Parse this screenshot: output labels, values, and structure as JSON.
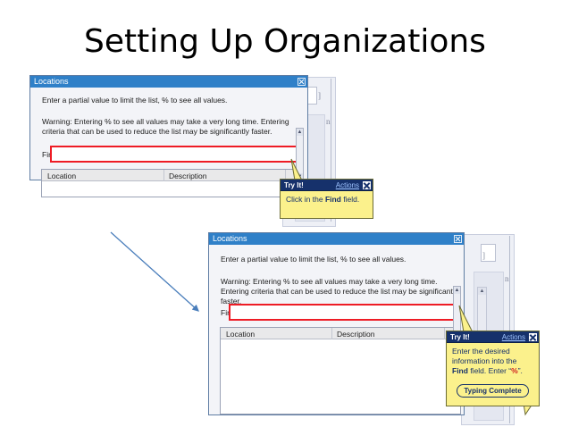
{
  "slide": {
    "title": "Setting Up Organizations"
  },
  "colors": {
    "title_bar_blue": "#2f80c8",
    "callout_yellow": "#fbf18c",
    "callout_navy": "#16316b",
    "highlight_red": "#ee1c25",
    "connector_blue": "#4a7ebb",
    "percent_red": "#d02020"
  },
  "dialogs": [
    {
      "id": "locations-dialog-1",
      "title": "Locations",
      "close_icon": "close-icon",
      "instructions": [
        "Enter a partial value to limit the list, % to see all values.",
        "Warning: Entering % to see all values may take a very long time. Entering criteria that can be used to reduce the list may be significantly faster."
      ],
      "find_label": "Find",
      "find_value": "",
      "columns": [
        "Location",
        "Description"
      ],
      "rows": []
    },
    {
      "id": "locations-dialog-2",
      "title": "Locations",
      "close_icon": "close-icon",
      "instructions": [
        "Enter a partial value to limit the list, % to see all values.",
        "Warning: Entering % to see all values may take a very long time. Entering criteria that can be used to reduce the list may be significantly faster."
      ],
      "find_label": "Find",
      "find_value": "",
      "columns": [
        "Location",
        "Description"
      ],
      "rows": []
    }
  ],
  "callouts": [
    {
      "id": "callout-1",
      "header_title": "Try It!",
      "actions_label": "Actions",
      "close_icon": "close-icon",
      "body_lead": "Click in the ",
      "body_bold": "Find",
      "body_tail": " field.",
      "button_label": null
    },
    {
      "id": "callout-2",
      "header_title": "Try It!",
      "actions_label": "Actions",
      "close_icon": "close-icon",
      "body_lead": "Enter the desired information into the ",
      "body_bold": "Find",
      "body_mid": " field. Enter “",
      "body_pct": "%",
      "body_tail": "”.",
      "button_label": "Typing Complete"
    }
  ],
  "background": {
    "bracket_glyph": "]",
    "n_glyph": "n",
    "scroll_up_icon": "▲",
    "scroll_down_icon": "▼"
  }
}
